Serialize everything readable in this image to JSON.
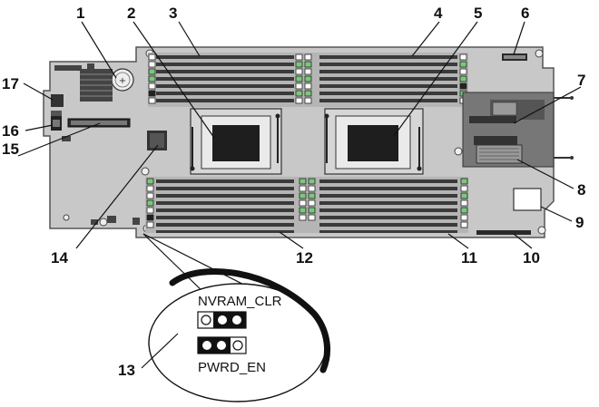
{
  "callouts": {
    "c1": "1",
    "c2": "2",
    "c3": "3",
    "c4": "4",
    "c5": "5",
    "c6": "6",
    "c7": "7",
    "c8": "8",
    "c9": "9",
    "c10": "10",
    "c11": "11",
    "c12": "12",
    "c13": "13",
    "c14": "14",
    "c15": "15",
    "c16": "16",
    "c17": "17"
  },
  "jumpers": {
    "nvram_clr": "NVRAM_CLR",
    "pwrd_en": "PWRD_EN"
  },
  "colors": {
    "board": "#c8c8c8",
    "board_edge": "#555555",
    "dimm_slot": "#3a3a3a",
    "dimm_latch": "#7ac87a",
    "callout_text": "#111111"
  }
}
